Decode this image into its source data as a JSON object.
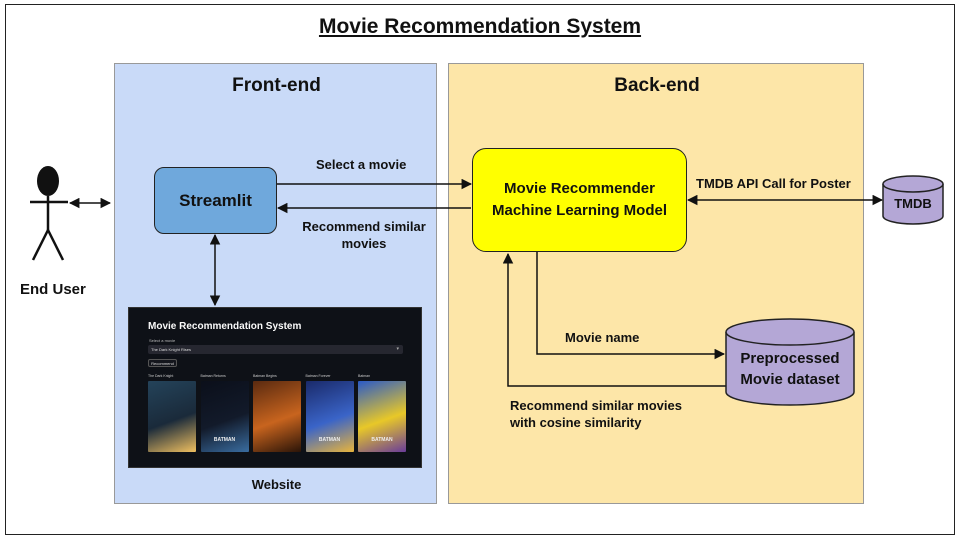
{
  "title": "Movie Recommendation System",
  "actor": {
    "label": "End User"
  },
  "frontend": {
    "title": "Front-end",
    "streamlit_label": "Streamlit",
    "website_caption": "Website",
    "website": {
      "title": "Movie Recommendation System",
      "select_label": "Select a movie",
      "select_value": "The Dark Knight Rises",
      "button_label": "Recommend",
      "movies": [
        {
          "name": "The Dark Knight",
          "poster_text": "",
          "colors": [
            "#24435a",
            "#1a2a3a",
            "#f0c060"
          ]
        },
        {
          "name": "Batman Returns",
          "poster_text": "BATMAN",
          "colors": [
            "#0b0f1a",
            "#121a2a",
            "#3a6da0"
          ]
        },
        {
          "name": "Batman Begins",
          "poster_text": "",
          "colors": [
            "#5a2a10",
            "#c8641e",
            "#2a1408"
          ]
        },
        {
          "name": "Batman Forever",
          "poster_text": "BATMAN",
          "colors": [
            "#1a2a6a",
            "#3a64c8",
            "#e8b43c"
          ]
        },
        {
          "name": "Batman",
          "poster_text": "BATMAN",
          "colors": [
            "#2a5ac8",
            "#e8c828",
            "#6a3c9a"
          ]
        }
      ]
    }
  },
  "backend": {
    "title": "Back-end",
    "model_label": "Movie Recommender Machine Learning Model",
    "dataset_label": "Preprocessed Movie dataset",
    "tmdb_label": "TMDB"
  },
  "edges": {
    "select_movie": "Select a movie",
    "recommend_similar": "Recommend similar movies",
    "tmdb_call": "TMDB API Call for Poster",
    "movie_name": "Movie name",
    "recommend_cosine": "Recommend similar movies with cosine similarity"
  },
  "colors": {
    "frontend_bg": "#c9daf8",
    "backend_bg": "#fde6a8",
    "streamlit_fill": "#6fa8dc",
    "model_fill": "#ffff00",
    "cylinder_fill": "#b4a7d6"
  }
}
